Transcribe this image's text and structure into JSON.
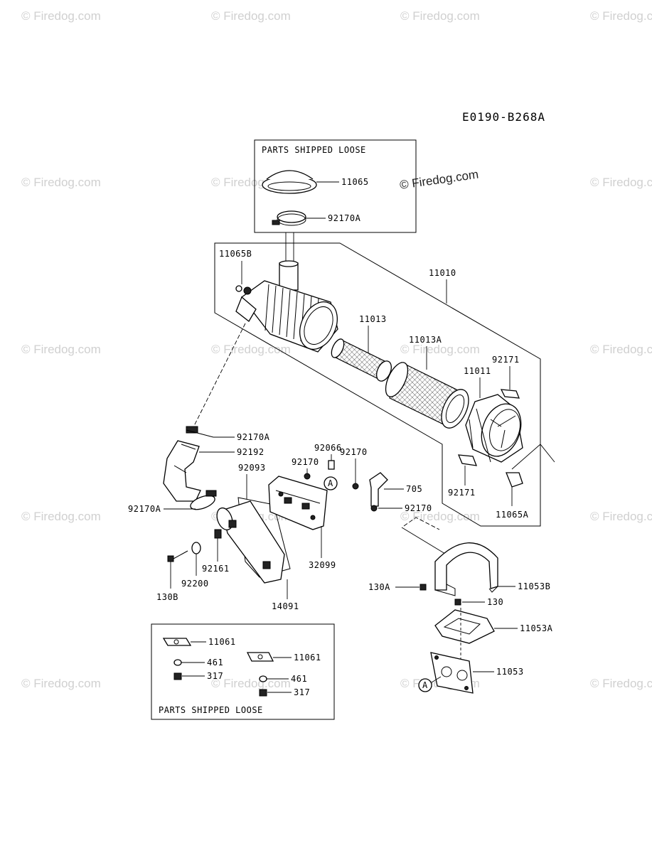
{
  "diagram_code": "E0190-B268A",
  "watermark": "© Firedog.com",
  "box_label": "PARTS SHIPPED LOOSE",
  "ref_marker": "A",
  "parts": {
    "p11065": "11065",
    "p92170A_top": "92170A",
    "p11065B": "11065B",
    "p11010": "11010",
    "p11013": "11013",
    "p11013A": "11013A",
    "p92171_top": "92171",
    "p11011": "11011",
    "p92170A_hose": "92170A",
    "p92192": "92192",
    "p92066": "92066",
    "p92170_a": "92170",
    "p92170_b": "92170",
    "p92093": "92093",
    "p705": "705",
    "p92170_c": "92170",
    "p92171_bot": "92171",
    "p11065A": "11065A",
    "p92170A_left": "92170A",
    "p32099": "32099",
    "p92161": "92161",
    "p92200": "92200",
    "p14091": "14091",
    "p130B": "130B",
    "p11053B": "11053B",
    "p130A": "130A",
    "p130": "130",
    "p11053A": "11053A",
    "p11053": "11053",
    "p11061_a": "11061",
    "p461_a": "461",
    "p317_a": "317",
    "p11061_b": "11061",
    "p461_b": "461",
    "p317_b": "317"
  }
}
